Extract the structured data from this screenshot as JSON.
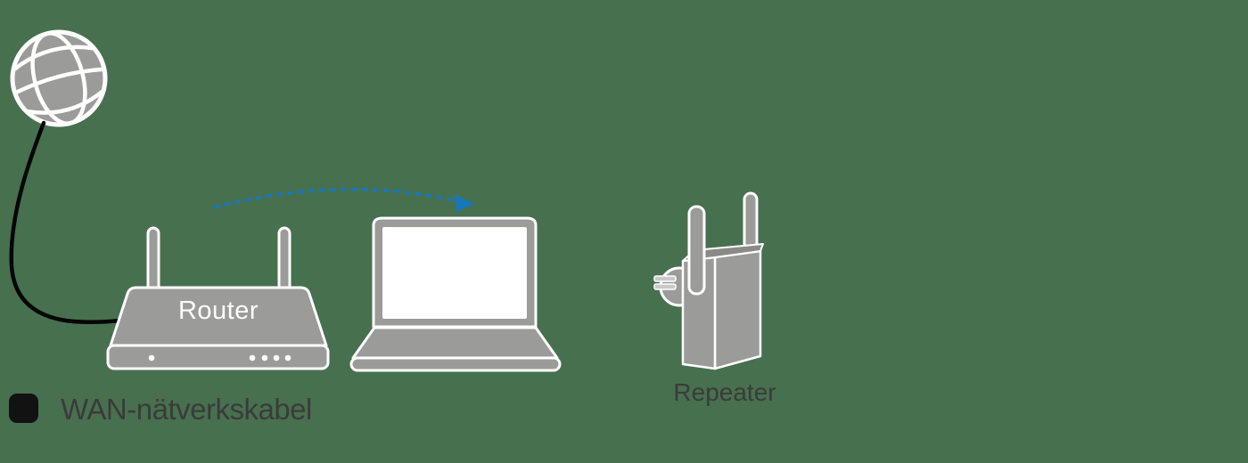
{
  "page": {
    "background_color": "#47704F"
  },
  "colors": {
    "page_background": "#47704F",
    "device_gray": "#9B9B9A",
    "device_top_gray": "#8A8A89",
    "prong_gray": "#C9C9C8",
    "outline_white": "#FFFFFF",
    "screen_white": "#FFFFFF",
    "cable_black": "#060606",
    "wireless_blue": "#1777BD",
    "text_dark": "#3B3B3A",
    "router_text_white": "#FFFFFF",
    "legend_swatch_black": "#121212"
  },
  "nodes": {
    "router": {
      "label": "Router"
    },
    "repeater": {
      "label": "Repeater"
    }
  },
  "connections": {
    "wan_cable": {
      "style": "solid",
      "color": "#060606"
    },
    "wireless_link": {
      "style": "dashed",
      "color": "#1777BD"
    }
  },
  "legend": {
    "wan_cable_label": "WAN-nätverkskabel",
    "swatch_color": "#121212"
  }
}
